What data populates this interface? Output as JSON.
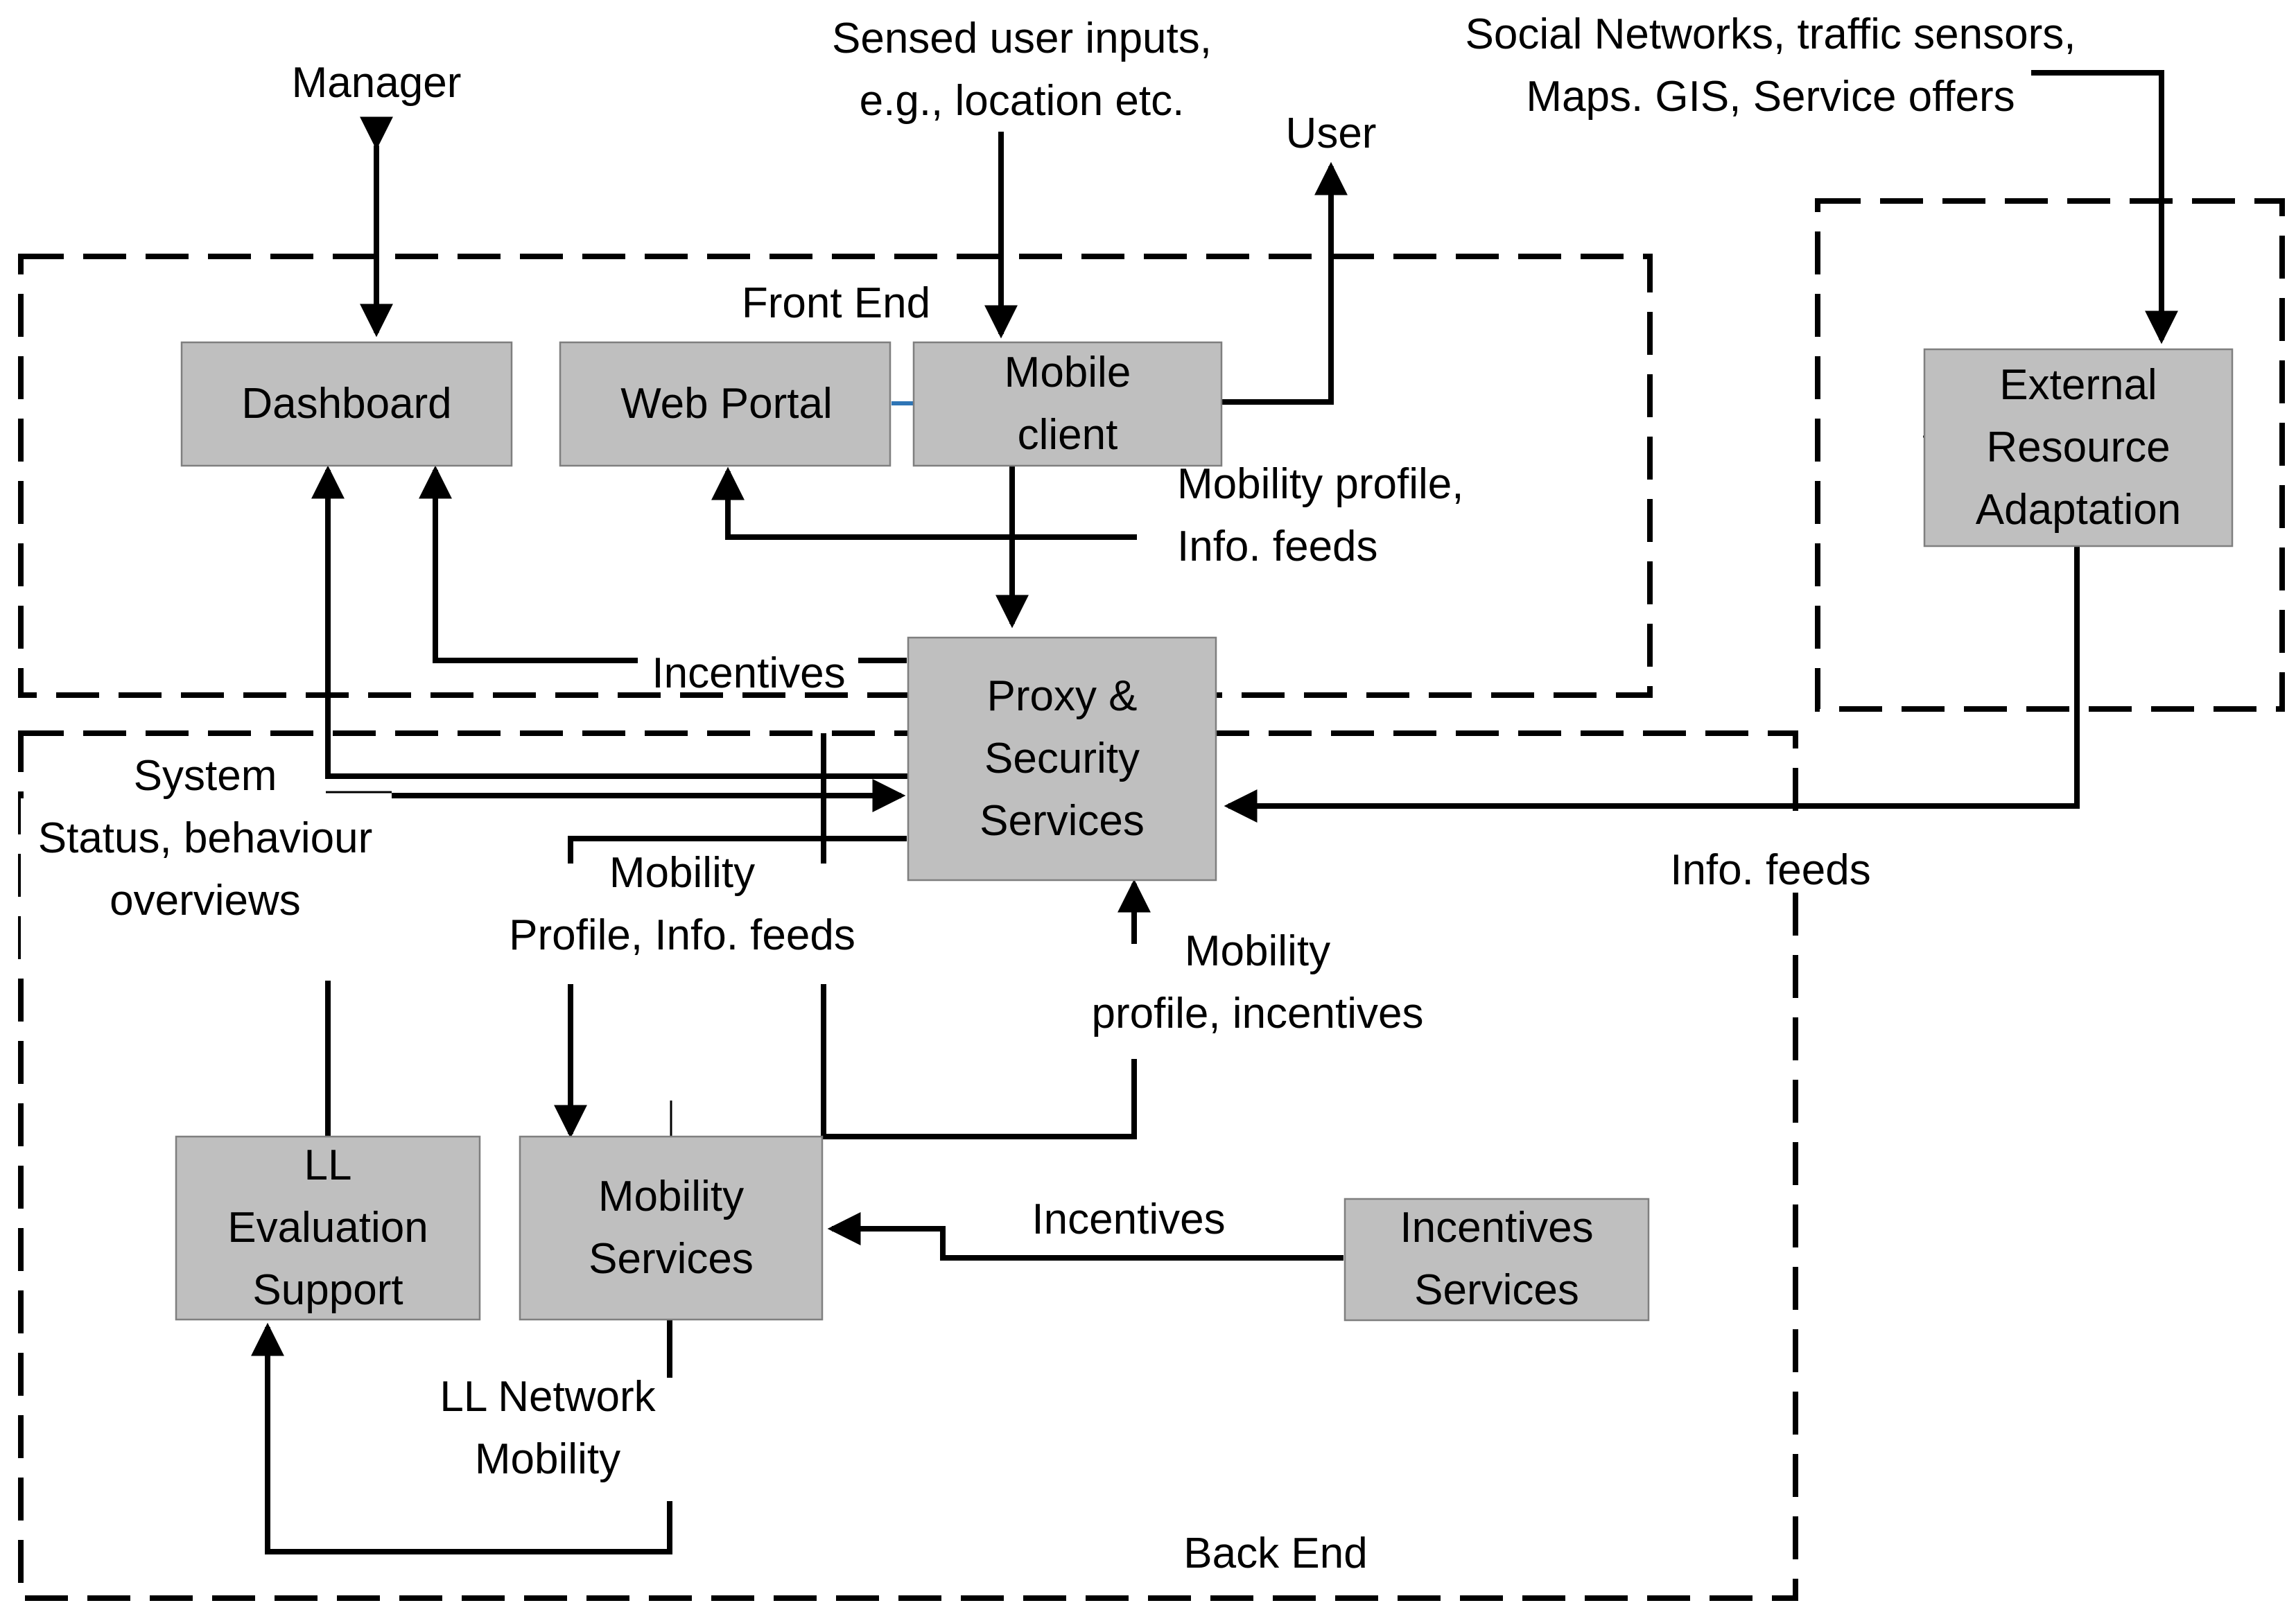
{
  "regions": {
    "front_end": "Front End",
    "back_end": "Back End"
  },
  "nodes": {
    "dashboard": [
      "Dashboard"
    ],
    "web_portal": [
      "Web Portal"
    ],
    "mobile_client": [
      "Mobile",
      "client"
    ],
    "external_resource_adaptation": [
      "External",
      "Resource",
      "Adaptation"
    ],
    "proxy_security_services": [
      "Proxy &",
      "Security",
      "Services"
    ],
    "ll_evaluation_support": [
      "LL",
      "Evaluation",
      "Support"
    ],
    "mobility_services": [
      "Mobility",
      "Services"
    ],
    "incentives_services": [
      "Incentives",
      "Services"
    ]
  },
  "labels": {
    "manager": [
      "Manager"
    ],
    "sensed_inputs": [
      "Sensed user inputs,",
      "e.g., location etc."
    ],
    "user": [
      "User"
    ],
    "social_networks": [
      "Social Networks, traffic sensors,",
      "Maps. GIS, Service offers"
    ],
    "mobility_profile_feeds_top": [
      "Mobility  profile,",
      "Info. feeds"
    ],
    "incentives_top": [
      "Incentives"
    ],
    "info_feeds_right": [
      "Info. feeds"
    ],
    "system_status": [
      "System",
      "Status, behaviour",
      "overviews"
    ],
    "mobility_profile_feeds_mid": [
      "Mobility",
      "Profile, Info. feeds"
    ],
    "mobility_profile_incentives": [
      "Mobility",
      "profile, incentives"
    ],
    "incentives_bottom": [
      "Incentives"
    ],
    "ll_network_mobility": [
      "LL Network",
      "Mobility"
    ]
  }
}
